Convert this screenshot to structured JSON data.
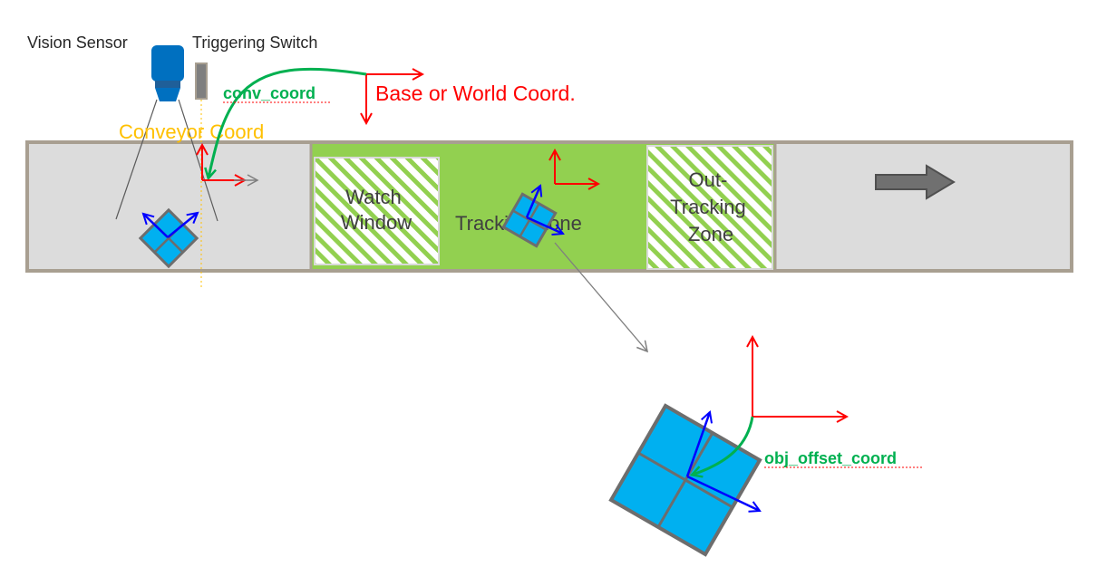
{
  "labels": {
    "vision_sensor": "Vision Sensor",
    "triggering_switch": "Triggering Switch",
    "conv_coord": "conv_coord",
    "base_coord": "Base or World Coord.",
    "conveyor_coord": "Conveyor Coord",
    "watch_window": [
      "Watch",
      "Window"
    ],
    "tracking_zone": "Tracking Zone",
    "out_tracking_zone": [
      "Out-",
      "Tracking",
      "Zone"
    ],
    "obj_offset_coord": "obj_offset_coord"
  },
  "colors": {
    "belt": "#dcdcdc",
    "belt_border": "#a89f91",
    "tracking_zone": "#92d050",
    "object": "#00b0f0",
    "object_border": "#6d6d6d",
    "axis_red": "#ff0000",
    "axis_blue": "#0000ff",
    "green_arrow": "#00b050",
    "conveyor_label": "#ffc000",
    "sensor": "#0070c0"
  },
  "icons": [
    "vision-sensor-icon",
    "switch-icon",
    "direction-arrow-icon"
  ]
}
